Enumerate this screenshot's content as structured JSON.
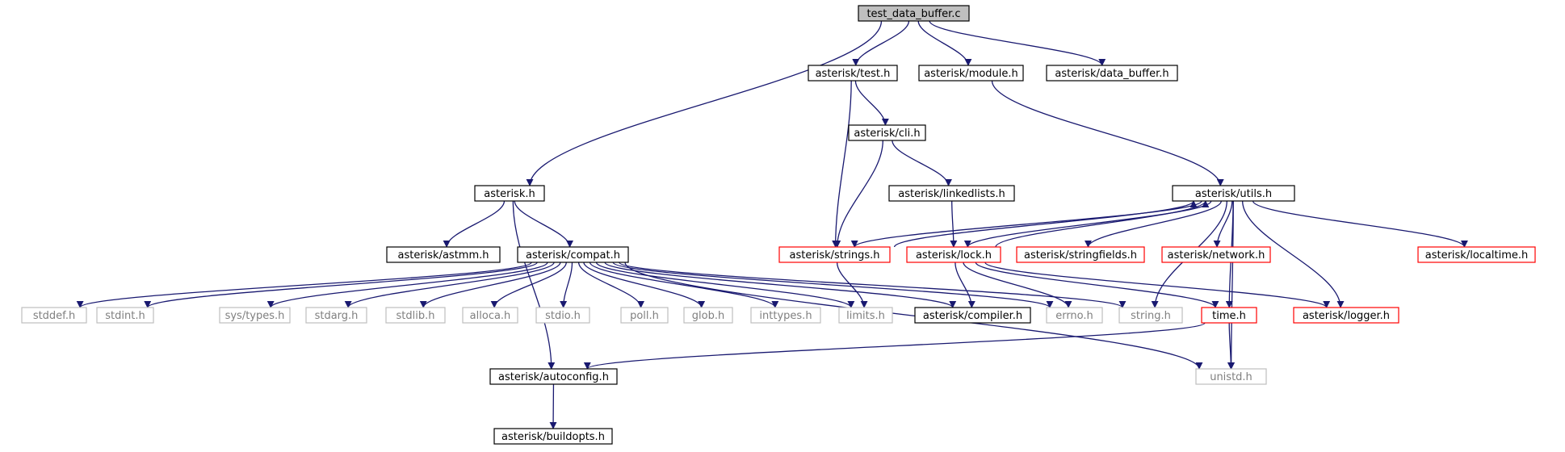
{
  "colors": {
    "edge": "#191970",
    "root_fill": "#bfbfbf",
    "node_border": "#000000",
    "truncated_border": "#ff0000",
    "external_border": "#bfbfbf",
    "external_text": "#7f7f7f",
    "text": "#000000"
  },
  "nodes": [
    {
      "id": "root",
      "label": "test_data_buffer.c",
      "kind": "root"
    },
    {
      "id": "test",
      "label": "asterisk/test.h",
      "kind": "normal"
    },
    {
      "id": "module",
      "label": "asterisk/module.h",
      "kind": "normal"
    },
    {
      "id": "databuffer",
      "label": "asterisk/data_buffer.h",
      "kind": "normal"
    },
    {
      "id": "cli",
      "label": "asterisk/cli.h",
      "kind": "normal"
    },
    {
      "id": "asteriskh",
      "label": "asterisk.h",
      "kind": "normal"
    },
    {
      "id": "linkedlists",
      "label": "asterisk/linkedlists.h",
      "kind": "normal"
    },
    {
      "id": "utils",
      "label": "asterisk/utils.h",
      "kind": "normal"
    },
    {
      "id": "astmm",
      "label": "asterisk/astmm.h",
      "kind": "normal"
    },
    {
      "id": "compat",
      "label": "asterisk/compat.h",
      "kind": "normal"
    },
    {
      "id": "strings",
      "label": "asterisk/strings.h",
      "kind": "truncated"
    },
    {
      "id": "lock",
      "label": "asterisk/lock.h",
      "kind": "truncated"
    },
    {
      "id": "stringfields",
      "label": "asterisk/stringfields.h",
      "kind": "truncated"
    },
    {
      "id": "network",
      "label": "asterisk/network.h",
      "kind": "truncated"
    },
    {
      "id": "localtime",
      "label": "asterisk/localtime.h",
      "kind": "truncated"
    },
    {
      "id": "stddef",
      "label": "stddef.h",
      "kind": "external"
    },
    {
      "id": "stdint",
      "label": "stdint.h",
      "kind": "external"
    },
    {
      "id": "systypes",
      "label": "sys/types.h",
      "kind": "external"
    },
    {
      "id": "stdarg",
      "label": "stdarg.h",
      "kind": "external"
    },
    {
      "id": "stdlib",
      "label": "stdlib.h",
      "kind": "external"
    },
    {
      "id": "alloca",
      "label": "alloca.h",
      "kind": "external"
    },
    {
      "id": "stdio",
      "label": "stdio.h",
      "kind": "external"
    },
    {
      "id": "poll",
      "label": "poll.h",
      "kind": "external"
    },
    {
      "id": "glob",
      "label": "glob.h",
      "kind": "external"
    },
    {
      "id": "inttypes",
      "label": "inttypes.h",
      "kind": "external"
    },
    {
      "id": "limits",
      "label": "limits.h",
      "kind": "external"
    },
    {
      "id": "compiler",
      "label": "asterisk/compiler.h",
      "kind": "normal"
    },
    {
      "id": "errno",
      "label": "errno.h",
      "kind": "external"
    },
    {
      "id": "string",
      "label": "string.h",
      "kind": "external"
    },
    {
      "id": "time",
      "label": "time.h",
      "kind": "truncated"
    },
    {
      "id": "logger",
      "label": "asterisk/logger.h",
      "kind": "truncated"
    },
    {
      "id": "autoconfig",
      "label": "asterisk/autoconfig.h",
      "kind": "normal"
    },
    {
      "id": "unistd",
      "label": "unistd.h",
      "kind": "external"
    },
    {
      "id": "buildopts",
      "label": "asterisk/buildopts.h",
      "kind": "normal"
    }
  ],
  "edges": [
    [
      "root",
      "test"
    ],
    [
      "root",
      "module"
    ],
    [
      "root",
      "databuffer"
    ],
    [
      "root",
      "asteriskh"
    ],
    [
      "test",
      "cli"
    ],
    [
      "test",
      "strings"
    ],
    [
      "module",
      "utils"
    ],
    [
      "cli",
      "linkedlists"
    ],
    [
      "cli",
      "strings"
    ],
    [
      "linkedlists",
      "lock"
    ],
    [
      "asteriskh",
      "astmm"
    ],
    [
      "asteriskh",
      "compat"
    ],
    [
      "asteriskh",
      "autoconfig"
    ],
    [
      "compat",
      "stddef"
    ],
    [
      "compat",
      "stdint"
    ],
    [
      "compat",
      "systypes"
    ],
    [
      "compat",
      "stdarg"
    ],
    [
      "compat",
      "stdlib"
    ],
    [
      "compat",
      "alloca"
    ],
    [
      "compat",
      "stdio"
    ],
    [
      "compat",
      "poll"
    ],
    [
      "compat",
      "glob"
    ],
    [
      "compat",
      "inttypes"
    ],
    [
      "compat",
      "limits"
    ],
    [
      "compat",
      "compiler"
    ],
    [
      "compat",
      "errno"
    ],
    [
      "compat",
      "string"
    ],
    [
      "compat",
      "unistd"
    ],
    [
      "utils",
      "strings"
    ],
    [
      "utils",
      "lock"
    ],
    [
      "utils",
      "stringfields"
    ],
    [
      "utils",
      "network"
    ],
    [
      "utils",
      "localtime"
    ],
    [
      "utils",
      "time"
    ],
    [
      "utils",
      "logger"
    ],
    [
      "utils",
      "string"
    ],
    [
      "utils",
      "unistd"
    ],
    [
      "strings",
      "utils"
    ],
    [
      "strings",
      "limits"
    ],
    [
      "lock",
      "utils"
    ],
    [
      "lock",
      "compiler"
    ],
    [
      "lock",
      "errno"
    ],
    [
      "lock",
      "time"
    ],
    [
      "lock",
      "logger"
    ],
    [
      "time",
      "autoconfig"
    ],
    [
      "time",
      "unistd"
    ],
    [
      "autoconfig",
      "buildopts"
    ]
  ]
}
